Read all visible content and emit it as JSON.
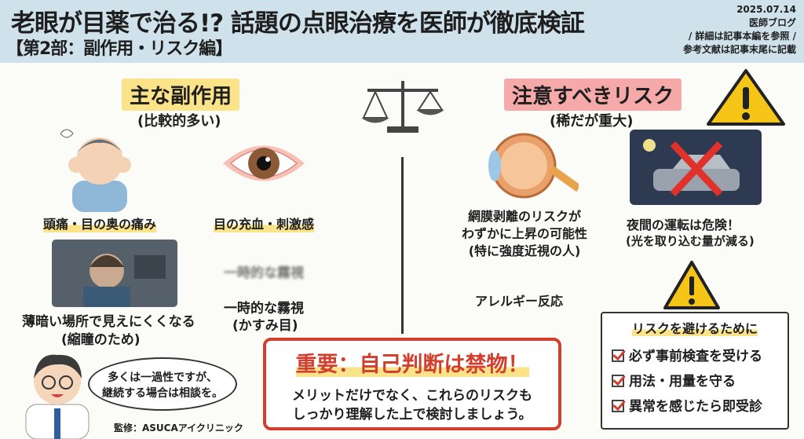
{
  "header": {
    "title": "老眼が目薬で治る!? 話題の点眼治療を医師が徹底検証",
    "subtitle": "【第2部：副作用・リスク編】",
    "date": "2025.07.14",
    "blog": "医師ブログ",
    "note1": "/ 詳細は記事本編を参照 /",
    "note2": "参考文献は記事末尾に記載"
  },
  "left": {
    "heading": "主な副作用",
    "subheading": "(比較的多い)",
    "items": [
      {
        "label": "頭痛・目の奥の痛み"
      },
      {
        "label": "目の充血・刺激感"
      },
      {
        "label": "薄暗い場所で見えにくくなる",
        "sub": "(縮瞳のため)"
      },
      {
        "label": "一時的な霧視",
        "blurred": "一時的な霧視",
        "sub": "(かすみ目)"
      }
    ]
  },
  "right": {
    "heading": "注意すべきリスク",
    "subheading": "(稀だが重大)",
    "retina": [
      "網膜剥離のリスクが",
      "わずかに上昇の可能性",
      "(特に強度近視の人)"
    ],
    "night": [
      "夜間の運転は危険！",
      "(光を取り込む量が減る)"
    ],
    "allergy": "アレルギー反応"
  },
  "avoid": {
    "title": "リスクを避けるために",
    "items": [
      "必ず事前検査を受ける",
      "用法・用量を守る",
      "異常を感じたら即受診"
    ]
  },
  "important": {
    "title": "重要：自己判断は禁物！",
    "body1": "メリットだけでなく、これらのリスクも",
    "body2": "しっかり理解した上で検討しましょう。"
  },
  "doctor": {
    "bubble1": "多くは一過性ですが、",
    "bubble2": "継続する場合は相談を。",
    "supervisor": "監修：ASUCAアイクリニック"
  },
  "colors": {
    "header_bg": "#cfe2ec",
    "yellow": "#fbe38a",
    "pink": "#f6a9a9",
    "red": "#d23f2e"
  }
}
